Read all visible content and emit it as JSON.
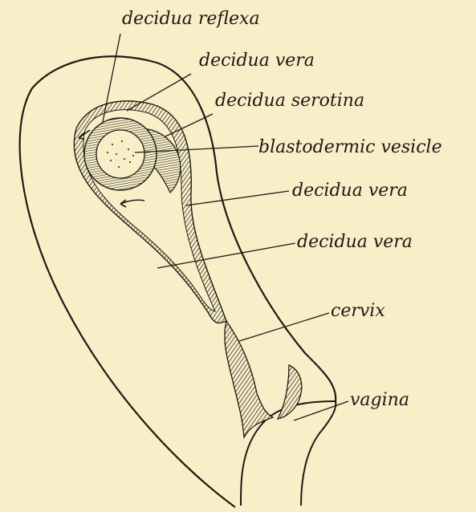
{
  "diagram": {
    "colors": {
      "background": "#f8efc9",
      "ink": "#1d1a14"
    },
    "labels": {
      "decidua_reflexa": "decidua reflexa",
      "decidua_vera_top": "decidua vera",
      "decidua_serotina": "decidua serotina",
      "blastodermic_vesicle": "blastodermic vesicle",
      "decidua_vera_middle": "decidua vera",
      "decidua_vera_lower": "decidua vera",
      "cervix": "cervix",
      "vagina": "vagina"
    }
  }
}
